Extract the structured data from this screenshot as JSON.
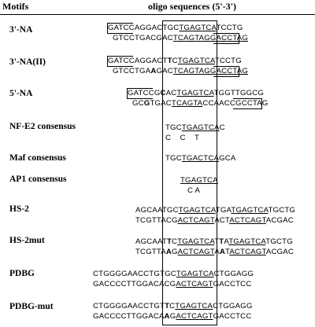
{
  "header": {
    "motifs": "Motifs",
    "sequences": "oligo sequences (5'-3')"
  },
  "rows": [
    {
      "label": "3'-NA",
      "top": "GATCCAGGACTGCTGAGTCATCCTG",
      "bottom": "GTCCTGACGACTCAGTAGGACCTAG"
    },
    {
      "label": "3'-NA(II)",
      "top": "GATCCAGGACTTCTGAGTCATCCTG",
      "bottom": "GTCCTGAAGACTCAGTAGGACCTAG"
    },
    {
      "label": "5'-NA",
      "top": "GATCCGCACTGAGTCATGGTTGGCG",
      "bottom": "GCGTGACTCAGTACCAACCGCCTAG"
    },
    {
      "label": "NF-E2 consensus",
      "top": "TGCTGAGTCAC",
      "bottom": "C    C    T"
    },
    {
      "label": "Maf consensus",
      "top": "TGCTGACTCAGCA",
      "bottom": ""
    },
    {
      "label": "AP1 consensus",
      "top": "TGAGTCA",
      "bottom": "C A"
    },
    {
      "label": "HS-2",
      "top": "AGCAATGCTGAGTCATGATGAGTCATGCTG",
      "bottom": "TCGTTACGACTCAGTACTACTCAGTACGAC"
    },
    {
      "label": "HS-2mut",
      "top": "AGCAATTCTGAGTCATTATGAGTCATGCTG",
      "bottom": "TCGTTAAGACTCAGTAATACTCAGTACGAC"
    },
    {
      "label": "PDBG",
      "top": "CTGGGGAACCTGTGCTGAGTCACTGGAGG",
      "bottom": "GACCCCTTGGACACGACTCAGTGACCTCC"
    },
    {
      "label": "PDBG-mut",
      "top": "CTGGGGAACCTGTTCTGAGTCACTGGAGG",
      "bottom": "GACCCCTTGGACAAGACTCAGTGACCTCC"
    }
  ]
}
